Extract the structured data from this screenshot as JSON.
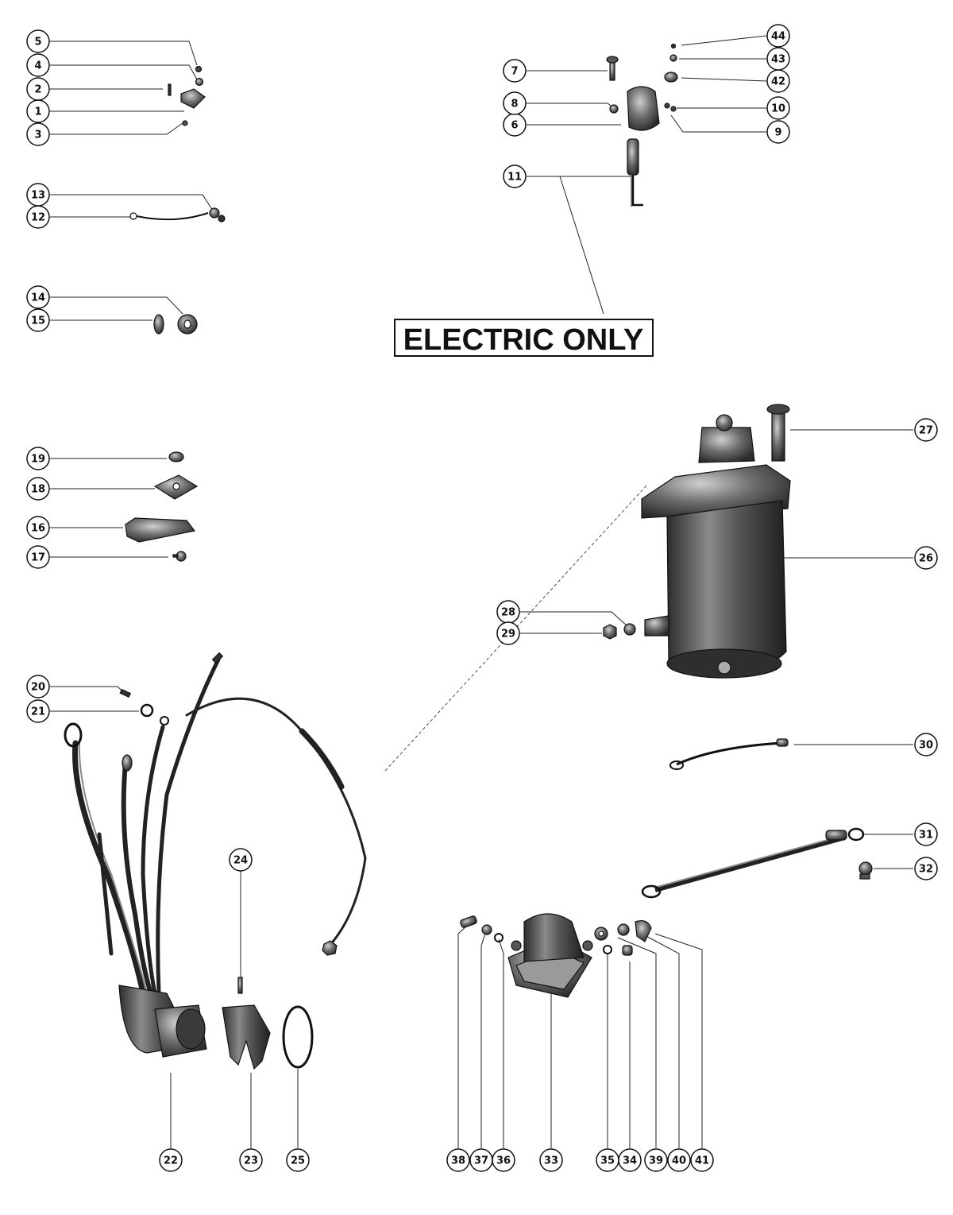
{
  "banner": {
    "text": "ELECTRIC ONLY"
  },
  "callouts": [
    "1",
    "2",
    "3",
    "4",
    "5",
    "6",
    "7",
    "8",
    "9",
    "10",
    "11",
    "12",
    "13",
    "14",
    "15",
    "16",
    "17",
    "18",
    "19",
    "20",
    "21",
    "22",
    "23",
    "24",
    "25",
    "26",
    "27",
    "28",
    "29",
    "30",
    "31",
    "32",
    "33",
    "34",
    "35",
    "36",
    "37",
    "38",
    "39",
    "40",
    "41",
    "42",
    "43",
    "44"
  ],
  "colors": {
    "ink": "#111111",
    "part_dark": "#3a3a3a",
    "part_mid": "#7a7a7a",
    "part_light": "#bdbdbd"
  }
}
